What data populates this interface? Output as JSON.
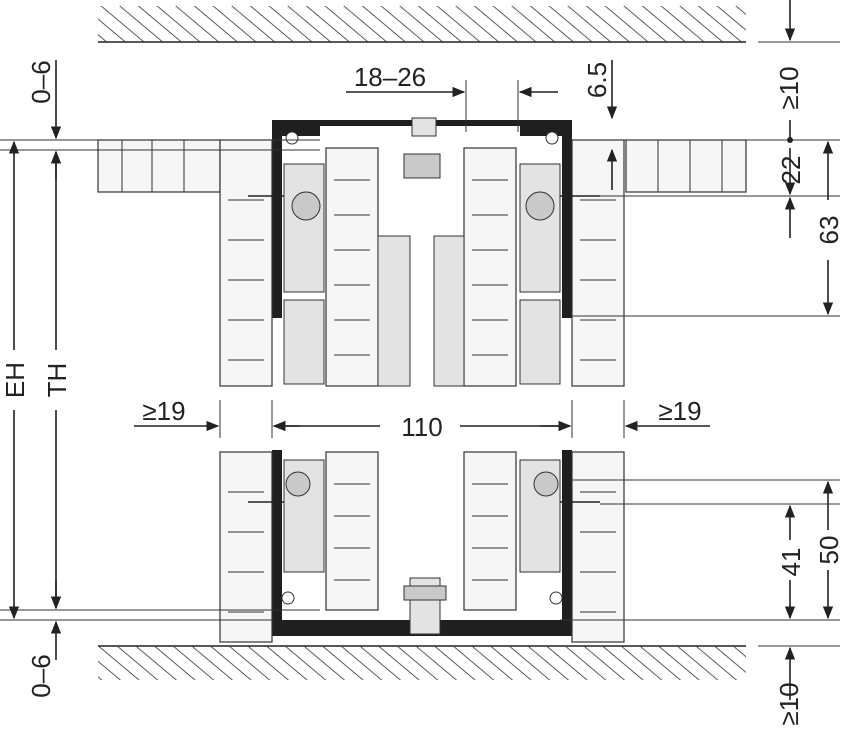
{
  "dimensions": {
    "top_gap": "18–26",
    "top_offset": "6.5",
    "ceiling_clearance": "≥10",
    "floor_clearance": "≥10",
    "left_adjust_top": "0–6",
    "left_adjust_bottom": "0–6",
    "eh": "EH",
    "th": "TH",
    "side_left": "≥19",
    "side_right": "≥19",
    "center_width": "110",
    "upper_22": "22",
    "upper_63": "63",
    "lower_41": "41",
    "lower_50": "50"
  },
  "colors": {
    "line": "#222222",
    "profile": "#1f1f1f",
    "part": "#e3e3e3"
  }
}
